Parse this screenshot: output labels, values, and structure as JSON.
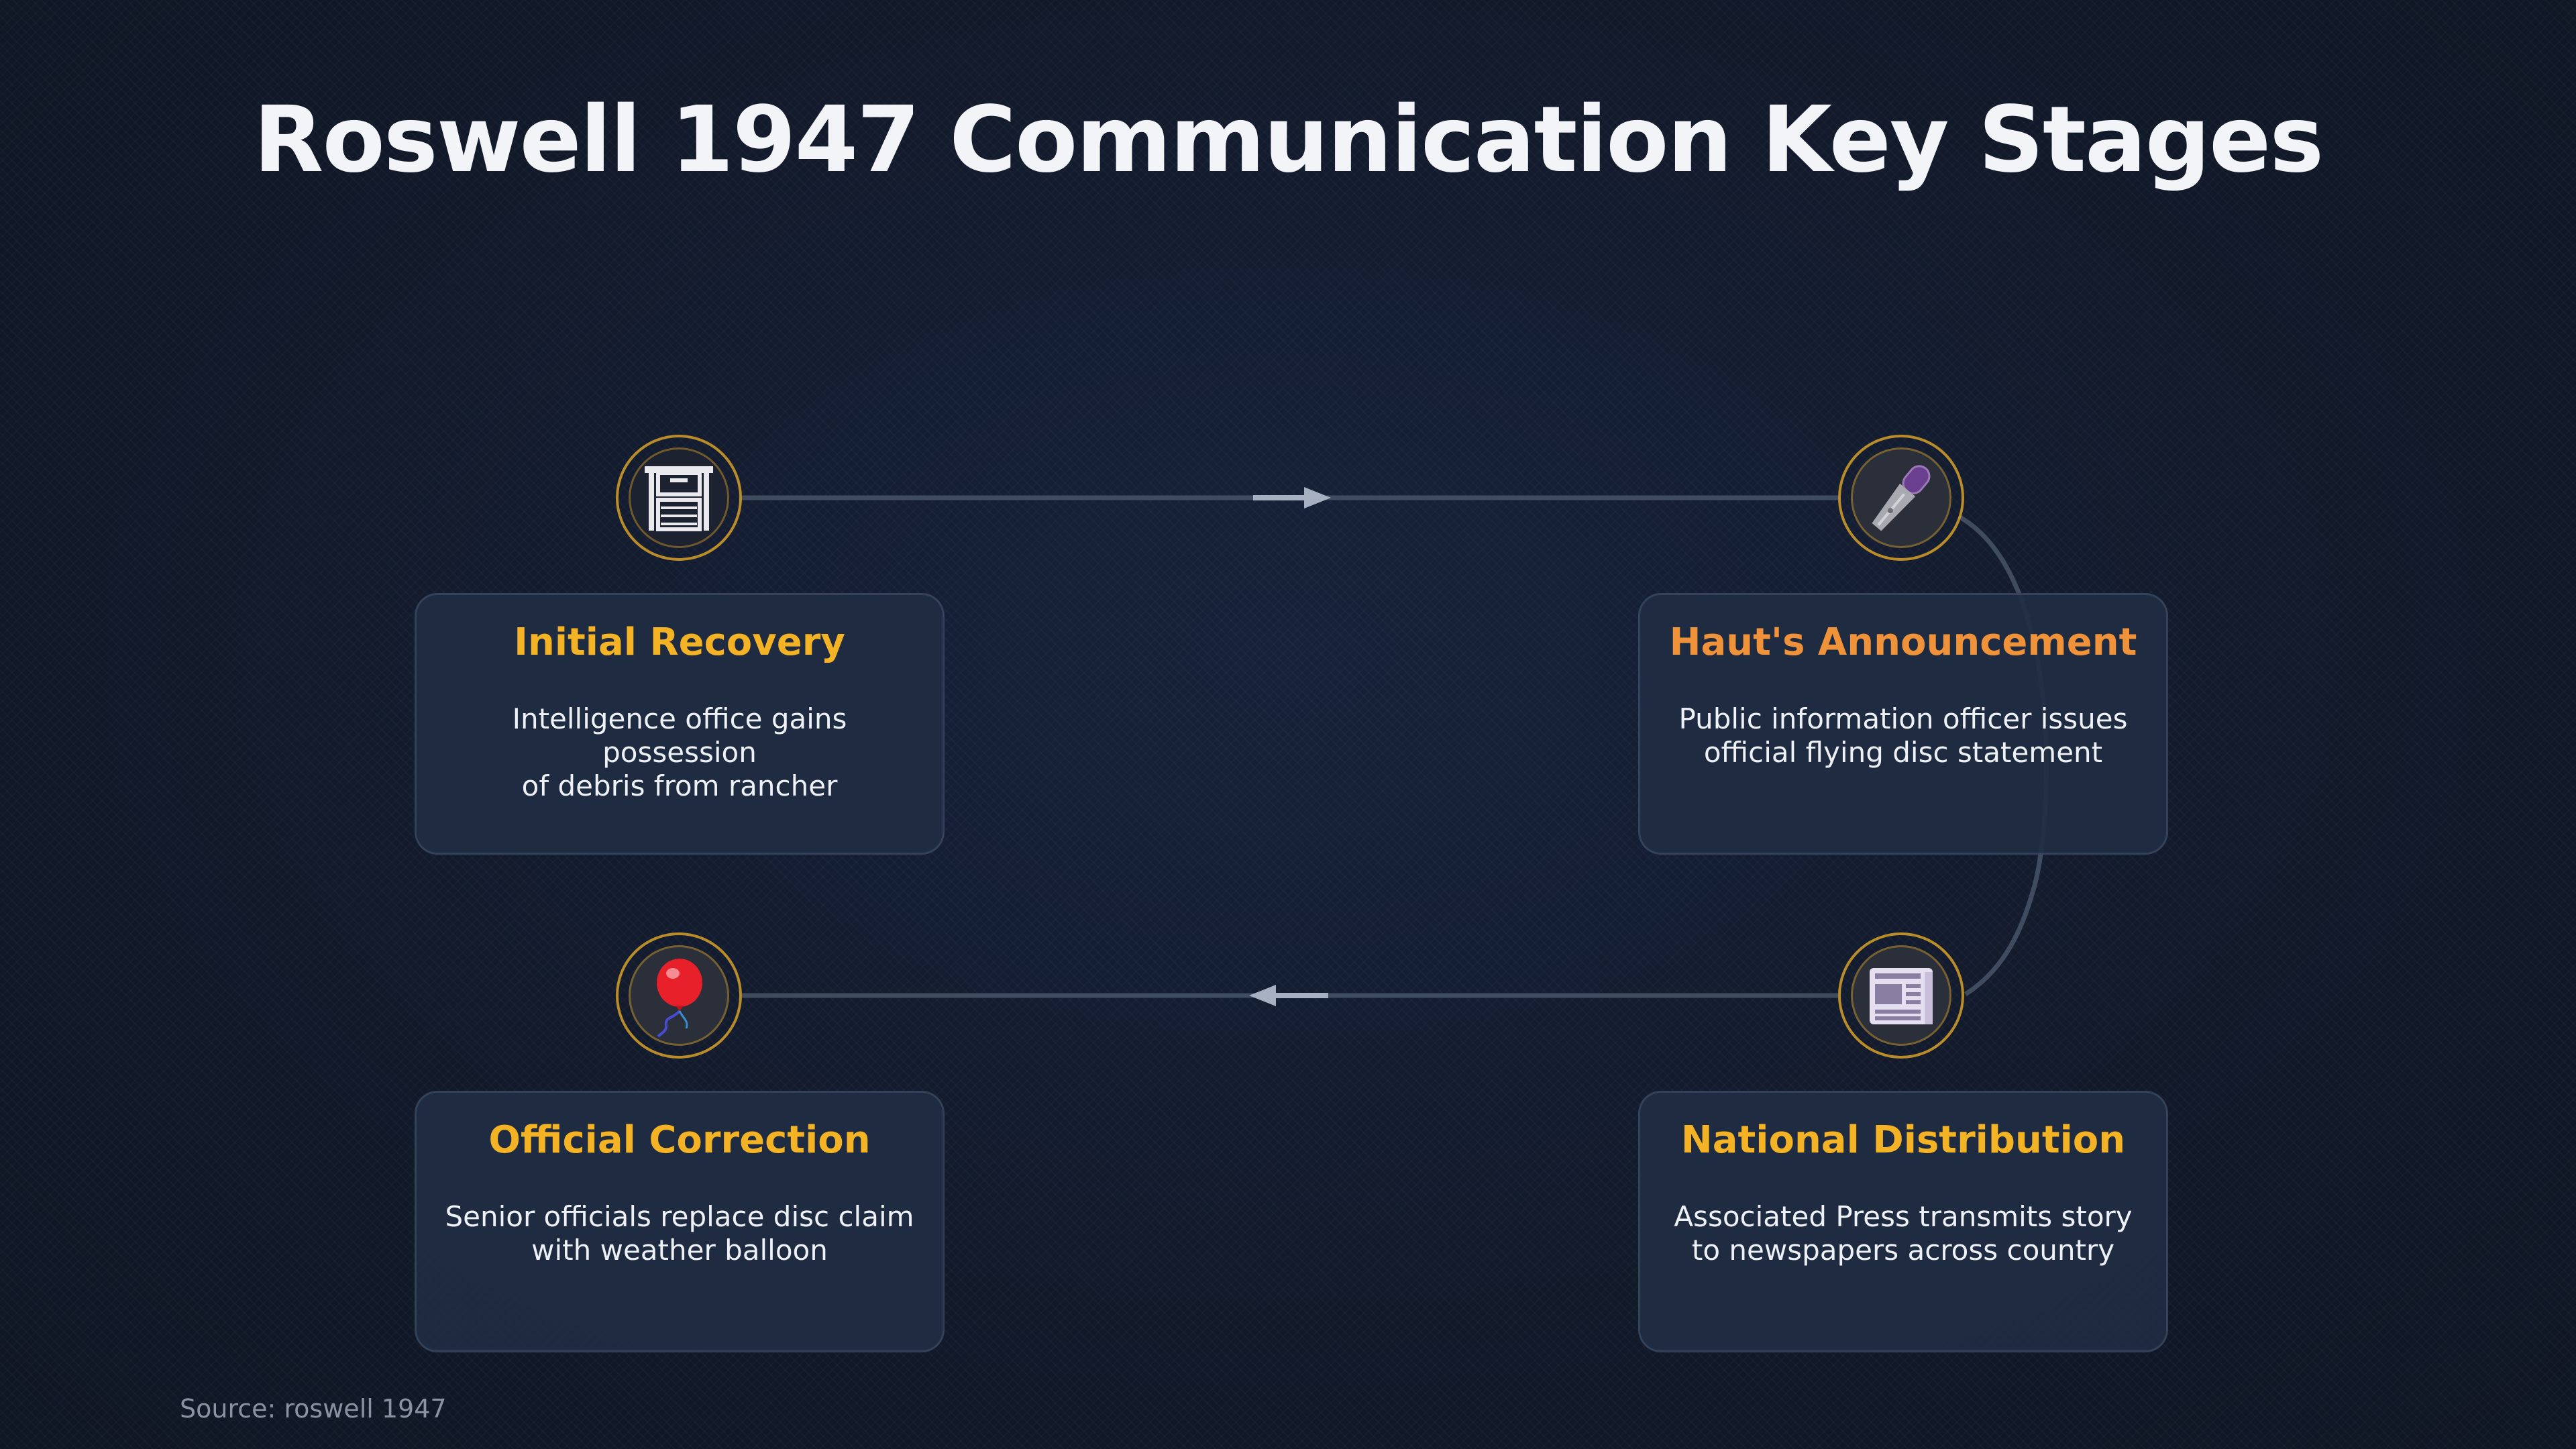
{
  "title": "Roswell 1947 Communication Key Stages",
  "source": "Source: roswell 1947",
  "colors": {
    "accent_yellow": "#f4b225",
    "accent_orange": "#f0923a",
    "ring": "#d6a028",
    "connector": "#3f4b5f",
    "arrow": "#a6b0c0"
  },
  "stages": [
    {
      "title": "Initial Recovery",
      "description": "Intelligence office gains possession\nof debris from rancher",
      "icon": "building-icon"
    },
    {
      "title": "Haut's Announcement",
      "description": "Public information officer issues\nofficial flying disc statement",
      "icon": "microphone-icon"
    },
    {
      "title": "National Distribution",
      "description": "Associated Press transmits story\nto newspapers across country",
      "icon": "newspaper-icon"
    },
    {
      "title": "Official Correction",
      "description": "Senior officials replace disc claim\nwith weather balloon",
      "icon": "balloon-icon"
    }
  ]
}
